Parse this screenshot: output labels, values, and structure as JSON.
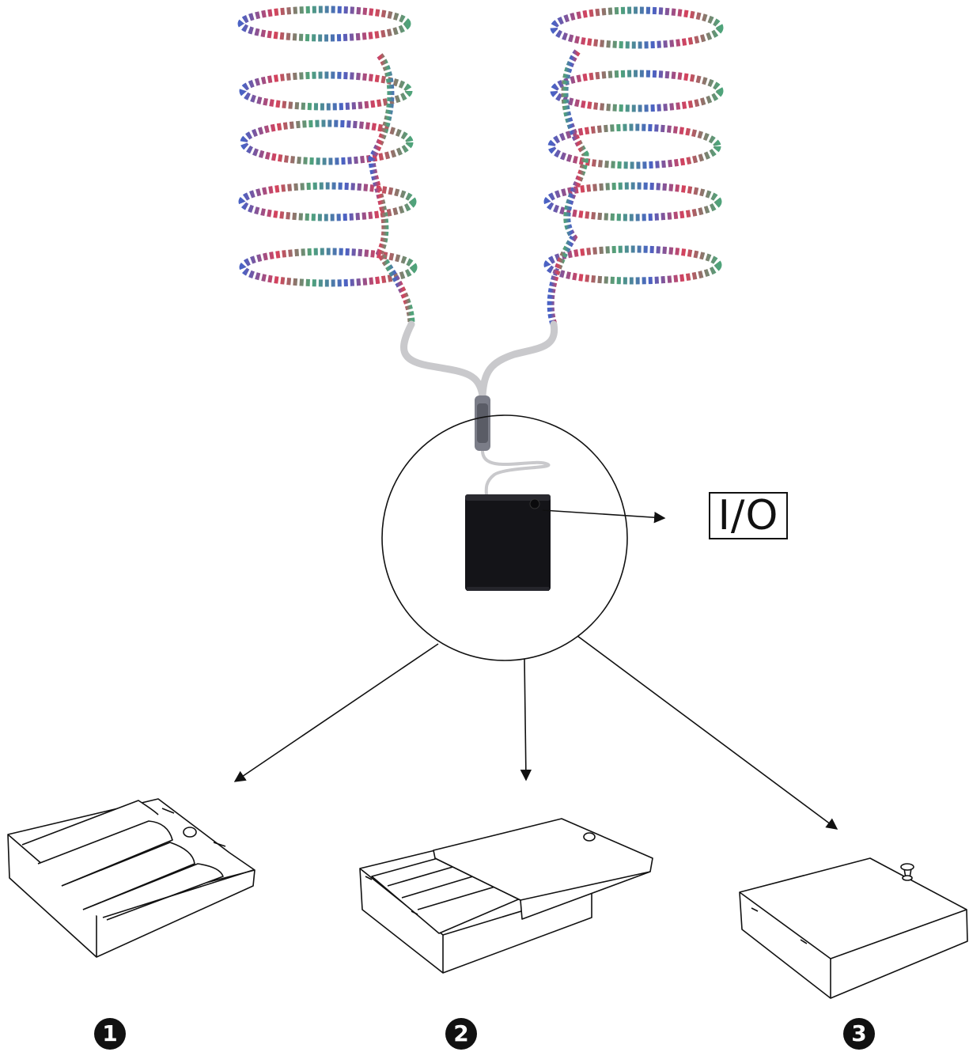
{
  "power_switch": {
    "label": "I/O"
  },
  "steps": [
    {
      "number": "1",
      "icon": "battery-box-open-icon"
    },
    {
      "number": "2",
      "icon": "battery-box-lid-sliding-icon"
    },
    {
      "number": "3",
      "icon": "battery-box-closed-icon"
    }
  ],
  "colors": {
    "line": "#111111",
    "strip_red": "#d6425c",
    "strip_green": "#4fa37a",
    "strip_blue": "#4a62c4",
    "cable": "#c9c9cc",
    "battery_box": "#141418"
  },
  "icons": [
    "led-strip-icon",
    "connector-icon",
    "battery-box-icon",
    "power-switch-icon",
    "arrow-icon"
  ]
}
